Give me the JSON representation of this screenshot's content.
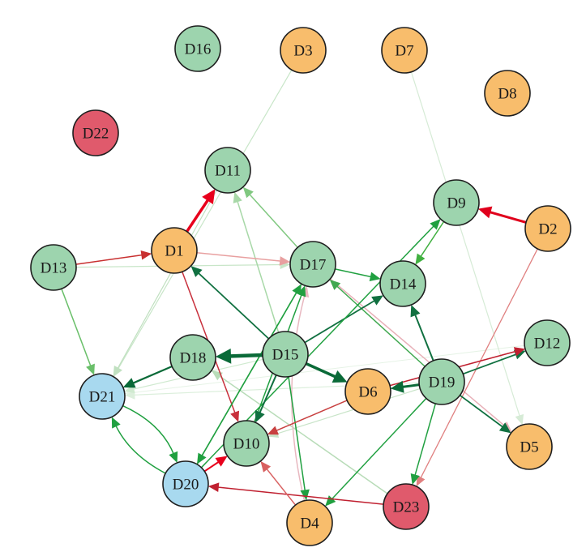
{
  "colors": {
    "green": "#9dd4ae",
    "orange": "#f8bd6c",
    "red": "#e05a6c",
    "blue": "#a8d9ef",
    "stroke": "#1e1e1e"
  },
  "nodes": [
    {
      "id": "D16",
      "group": "green"
    },
    {
      "id": "D3",
      "group": "orange"
    },
    {
      "id": "D7",
      "group": "orange"
    },
    {
      "id": "D8",
      "group": "orange"
    },
    {
      "id": "D22",
      "group": "red"
    },
    {
      "id": "D11",
      "group": "green"
    },
    {
      "id": "D9",
      "group": "green"
    },
    {
      "id": "D2",
      "group": "orange"
    },
    {
      "id": "D1",
      "group": "orange"
    },
    {
      "id": "D13",
      "group": "green"
    },
    {
      "id": "D17",
      "group": "green"
    },
    {
      "id": "D14",
      "group": "green"
    },
    {
      "id": "D12",
      "group": "green"
    },
    {
      "id": "D15",
      "group": "green"
    },
    {
      "id": "D18",
      "group": "green"
    },
    {
      "id": "D21",
      "group": "blue"
    },
    {
      "id": "D6",
      "group": "orange"
    },
    {
      "id": "D19",
      "group": "green"
    },
    {
      "id": "D5",
      "group": "orange"
    },
    {
      "id": "D10",
      "group": "green"
    },
    {
      "id": "D20",
      "group": "blue"
    },
    {
      "id": "D23",
      "group": "red"
    },
    {
      "id": "D4",
      "group": "orange"
    }
  ],
  "edges": [
    {
      "from": "D12",
      "to": "D21",
      "color": "#e6f3e6",
      "w": 1
    },
    {
      "from": "D19",
      "to": "D21",
      "color": "#dcefdc",
      "w": 1.2
    },
    {
      "from": "D15",
      "to": "D21",
      "color": "#d0ead0",
      "w": 1.2
    },
    {
      "from": "D7",
      "to": "D5",
      "color": "#d6ebd6",
      "w": 1.2
    },
    {
      "from": "D3",
      "to": "D21",
      "color": "#c8e6c8",
      "w": 1.2
    },
    {
      "from": "D11",
      "to": "D21",
      "color": "#c0e0c0",
      "w": 1.2
    },
    {
      "from": "D13",
      "to": "D17",
      "color": "#c8e6c8",
      "w": 1.2
    },
    {
      "from": "D19",
      "to": "D10",
      "color": "#c8e4c8",
      "w": 1.2
    },
    {
      "from": "D23",
      "to": "D18",
      "color": "#b8dcb8",
      "w": 1.5
    },
    {
      "from": "D15",
      "to": "D11",
      "color": "#a8d8a8",
      "w": 1.5
    },
    {
      "from": "D4",
      "to": "D17",
      "color": "#e8b8c0",
      "w": 1.5,
      "curve": -40
    },
    {
      "from": "D17",
      "to": "D5",
      "color": "#e8b0b8",
      "w": 1.5
    },
    {
      "from": "D2",
      "to": "D23",
      "color": "#e08080",
      "w": 1.3
    },
    {
      "from": "D1",
      "to": "D17",
      "color": "#e8a0a0",
      "w": 1.5
    },
    {
      "from": "D17",
      "to": "D11",
      "color": "#80c880",
      "w": 1.5
    },
    {
      "from": "D13",
      "to": "D21",
      "color": "#6abf6a",
      "w": 1.5
    },
    {
      "from": "D13",
      "to": "D1",
      "color": "#c83030",
      "w": 1.5
    },
    {
      "from": "D1",
      "to": "D10",
      "color": "#c8303c",
      "w": 1.5
    },
    {
      "from": "D17",
      "to": "D14",
      "color": "#20a040",
      "w": 1.5
    },
    {
      "from": "D19",
      "to": "D17",
      "color": "#40a850",
      "w": 1.5
    },
    {
      "from": "D15",
      "to": "D1",
      "color": "#107040",
      "w": 1.8
    },
    {
      "from": "D15",
      "to": "D14",
      "color": "#107040",
      "w": 1.8
    },
    {
      "from": "D20",
      "to": "D9",
      "color": "#20a040",
      "w": 1.5
    },
    {
      "from": "D20",
      "to": "D17",
      "color": "#20a040",
      "w": 1.5
    },
    {
      "from": "D10",
      "to": "D17",
      "color": "#20a040",
      "w": 1.5
    },
    {
      "from": "D17",
      "to": "D20",
      "color": "#20a040",
      "w": 1.5
    },
    {
      "from": "D15",
      "to": "D10",
      "color": "#107040",
      "w": 2
    },
    {
      "from": "D15",
      "to": "D4",
      "color": "#20a040",
      "w": 1.5
    },
    {
      "from": "D18",
      "to": "D21",
      "color": "#0a6a38",
      "w": 2.2
    },
    {
      "from": "D21",
      "to": "D20",
      "color": "#20a040",
      "w": 1.5,
      "curve": -30
    },
    {
      "from": "D20",
      "to": "D21",
      "color": "#20a040",
      "w": 1.5,
      "curve": -25
    },
    {
      "from": "D19",
      "to": "D14",
      "color": "#107040",
      "w": 2
    },
    {
      "from": "D19",
      "to": "D12",
      "color": "#107040",
      "w": 1.8
    },
    {
      "from": "D6",
      "to": "D12",
      "color": "#c02030",
      "w": 1.5
    },
    {
      "from": "D19",
      "to": "D6",
      "color": "#0a6a38",
      "w": 3
    },
    {
      "from": "D19",
      "to": "D5",
      "color": "#107040",
      "w": 1.8
    },
    {
      "from": "D19",
      "to": "D23",
      "color": "#20a040",
      "w": 1.5
    },
    {
      "from": "D19",
      "to": "D4",
      "color": "#20a040",
      "w": 1.5
    },
    {
      "from": "D6",
      "to": "D10",
      "color": "#c84040",
      "w": 1.5
    },
    {
      "from": "D9",
      "to": "D14",
      "color": "#40b040",
      "w": 1.5
    },
    {
      "from": "D23",
      "to": "D20",
      "color": "#c02030",
      "w": 1.5
    },
    {
      "from": "D20",
      "to": "D10",
      "color": "#e8001c",
      "w": 2
    },
    {
      "from": "D4",
      "to": "D10",
      "color": "#d86060",
      "w": 1.5
    },
    {
      "from": "D15",
      "to": "D18",
      "color": "#0a6a38",
      "w": 4.5
    },
    {
      "from": "D15",
      "to": "D6",
      "color": "#0a6a38",
      "w": 3.5
    },
    {
      "from": "D1",
      "to": "D11",
      "color": "#e8001c",
      "w": 3.5
    },
    {
      "from": "D2",
      "to": "D9",
      "color": "#e0001c",
      "w": 3
    }
  ]
}
